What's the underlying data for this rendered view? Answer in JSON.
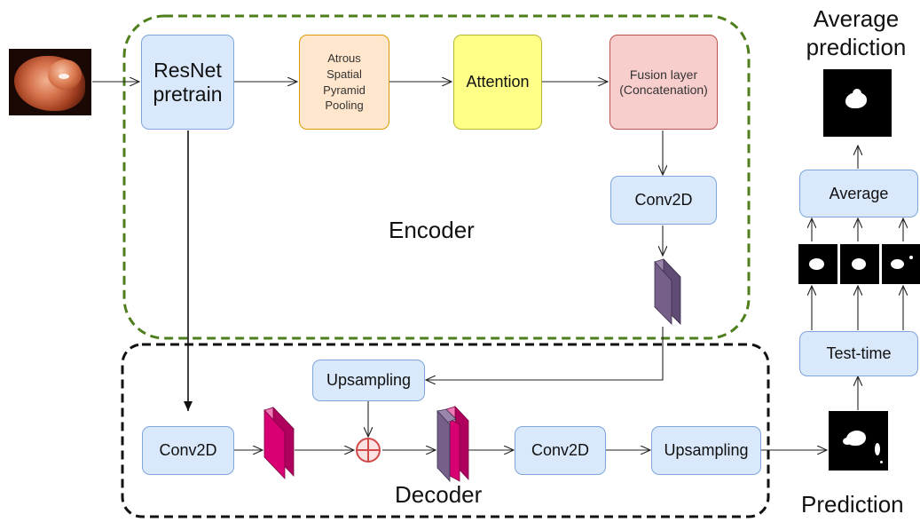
{
  "nodes": {
    "resnet": "ResNet\npretrain",
    "aspp": "Atrous\nSpatial\nPyramid\nPooling",
    "attention": "Attention",
    "fusion": "Fusion layer\n(Concatenation)",
    "conv2d_encoder": "Conv2D",
    "upsampling_decoder": "Upsampling",
    "conv2d_decoder_left": "Conv2D",
    "conv2d_decoder_right": "Conv2D",
    "upsampling_final": "Upsampling",
    "average": "Average",
    "test_time": "Test-time"
  },
  "groups": {
    "encoder": "Encoder",
    "decoder": "Decoder"
  },
  "labels": {
    "average_prediction": "Average\nprediction",
    "prediction": "Prediction"
  },
  "colors": {
    "encoder_border": "#4f7f1c",
    "decoder_border": "#111111",
    "feature_purple": "#76608a",
    "feature_magenta": "#d80073",
    "add_operator": "#d04a4a"
  },
  "icons": {
    "input": "colonoscopy-image-icon",
    "add": "circle-plus-icon"
  }
}
